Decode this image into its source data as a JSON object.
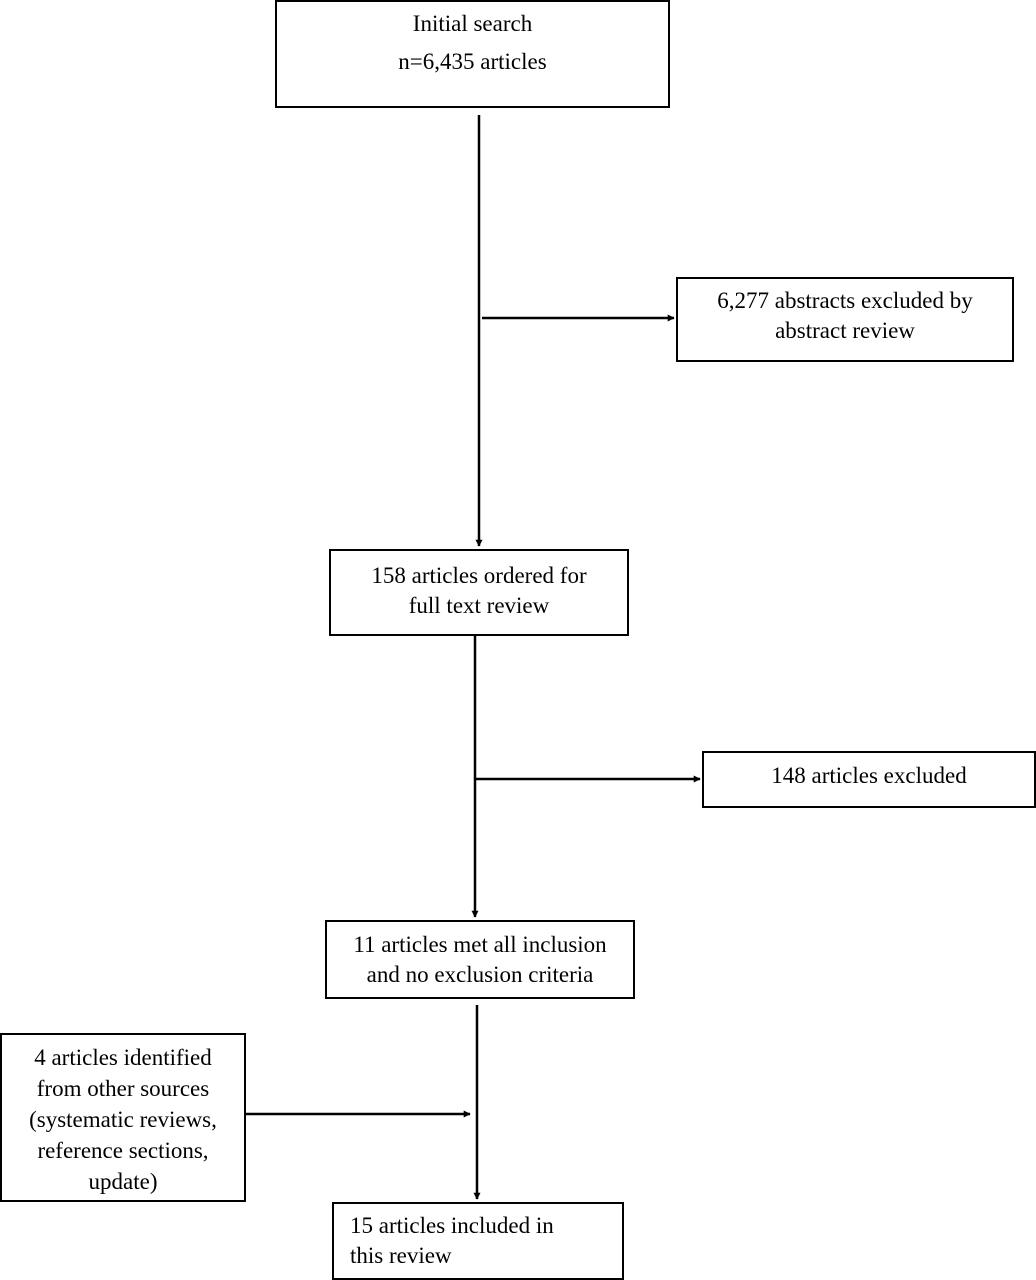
{
  "flow": {
    "initial_search": {
      "line1": "Initial search",
      "line2": "n=6,435 articles"
    },
    "abstracts_excluded": {
      "line1": "6,277 abstracts excluded by",
      "line2": "abstract review"
    },
    "full_text_review": {
      "line1": "158 articles ordered for",
      "line2": "full text review"
    },
    "articles_excluded": {
      "line1": "148 articles excluded"
    },
    "met_criteria": {
      "line1": "11 articles met all inclusion",
      "line2": "and no exclusion criteria"
    },
    "other_sources": {
      "line1": "4 articles identified",
      "line2": "from other sources",
      "line3": "(systematic reviews,",
      "line4": "reference sections,",
      "line5": "update)"
    },
    "included": {
      "line1": "15 articles included in",
      "line2": "this review"
    }
  },
  "colors": {
    "stroke": "#000000",
    "background": "#ffffff"
  }
}
